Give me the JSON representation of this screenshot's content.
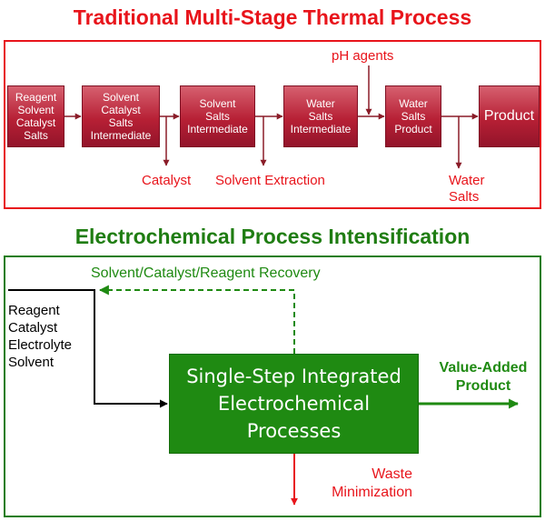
{
  "titles": {
    "traditional": "Traditional Multi-Stage Thermal Process",
    "electrochemical": "Electrochemical Process Intensification"
  },
  "traditional_process": {
    "stages": [
      {
        "lines": [
          "Reagent",
          "Solvent",
          "Catalyst",
          "Salts"
        ]
      },
      {
        "lines": [
          "Solvent",
          "Catalyst",
          "Salts",
          "Intermediate"
        ]
      },
      {
        "lines": [
          "Solvent",
          "Salts",
          "Intermediate"
        ]
      },
      {
        "lines": [
          "Water",
          "Salts",
          "Intermediate"
        ]
      },
      {
        "lines": [
          "Water",
          "Salts",
          "Product"
        ]
      },
      {
        "lines": [
          "Product"
        ]
      }
    ],
    "inputs": {
      "ph_agents": "pH agents"
    },
    "outputs": {
      "catalyst": "Catalyst",
      "solvent_extraction": "Solvent Extraction",
      "water_salts": [
        "Water",
        "Salts"
      ]
    }
  },
  "electrochemical_process": {
    "inputs": [
      "Reagent",
      "Catalyst",
      "Electrolyte",
      "Solvent"
    ],
    "recovery_label": "Solvent/Catalyst/Reagent Recovery",
    "core_box": [
      "Single-Step Integrated",
      "Electrochemical",
      "Processes"
    ],
    "product": [
      "Value-Added",
      "Product"
    ],
    "waste": [
      "Waste",
      "Minimization"
    ]
  },
  "colors": {
    "red": "#e8141b",
    "green": "#1f7d12",
    "stage_fill": "#b72035"
  }
}
